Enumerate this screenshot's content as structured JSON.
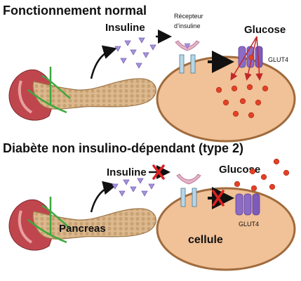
{
  "sections": {
    "normal": {
      "title": "Fonctionnement normal",
      "insulin_label": "Insuline",
      "receptor_label_line1": "Récepteur",
      "receptor_label_line2": "d’insuline",
      "glucose_label": "Glucose",
      "transporter_label": "GLUT4"
    },
    "type2": {
      "title": "Diabète non insulino-dépendant (type 2)",
      "insulin_label": "Insuline",
      "glucose_label": "Glucose",
      "transporter_label": "GLUT4",
      "pancreas_label": "Pancreas",
      "cell_label": "cellule"
    }
  },
  "colors": {
    "cell_fill": "#f1c197",
    "cell_stroke": "#a06b3c",
    "insulin": "#a694d8",
    "glucose": "#e34124",
    "cross": "#e02020",
    "glut4": "#8c6bc7",
    "receptor": "#e7b2c8",
    "pancreas": "#d8b48a",
    "gland": "#c0464e",
    "duct": "#3ea83e"
  },
  "icons": [
    "pancreas-organ-icon",
    "insulin-molecule-icon",
    "glucose-molecule-icon",
    "glut4-transporter-icon",
    "insulin-receptor-icon",
    "cross-icon",
    "arrow-icon"
  ]
}
